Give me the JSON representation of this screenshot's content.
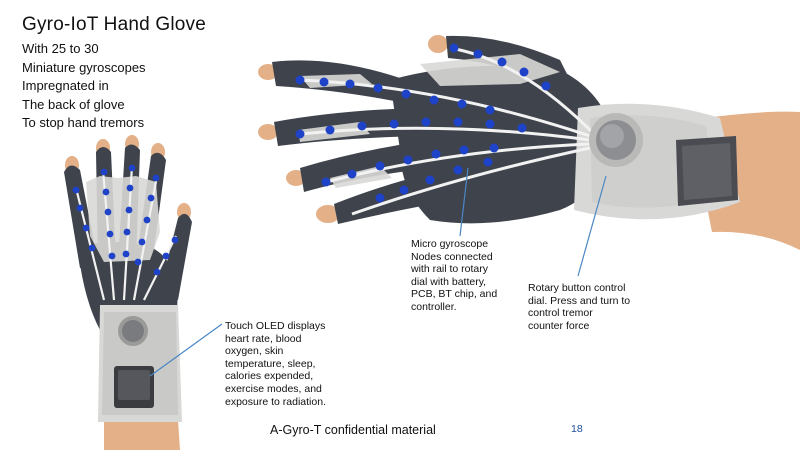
{
  "slide": {
    "title": "Gyro-IoT Hand Glove",
    "subtitle_lines": [
      "With 25  to 30",
      "Miniature gyroscopes",
      "Impregnated in",
      "The back of glove",
      "To stop hand tremors"
    ],
    "callouts": {
      "oled": [
        "Touch OLED displays",
        "heart rate, blood",
        "oxygen, skin",
        "temperature, sleep,",
        "calories expended,",
        "exercise modes, and",
        "exposure to radiation."
      ],
      "nodes": [
        "Micro gyroscope",
        "Nodes connected",
        "with rail to rotary",
        "dial with battery,",
        "PCB, BT chip, and",
        "controller."
      ],
      "dial": [
        "Rotary button control",
        "dial. Press and turn to",
        "control tremor",
        "counter force"
      ]
    },
    "footer": "A-Gyro-T confidential material",
    "page_number": "18"
  },
  "colors": {
    "glove_dark": "#3f434c",
    "glove_light": "#d8d8d6",
    "skin": "#e3b088",
    "node_blue": "#1f43c8",
    "rail": "#f2f2f2",
    "callout_line": "#4a87c4"
  },
  "icons": {
    "small_glove": "small-glove-illustration",
    "large_glove": "large-glove-illustration"
  }
}
